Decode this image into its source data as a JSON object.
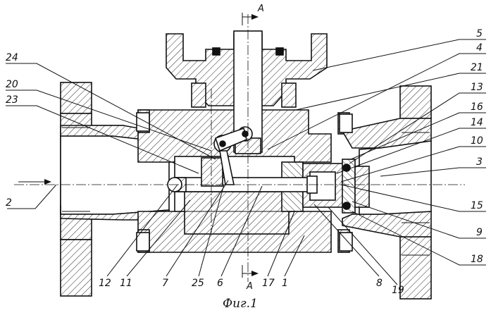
{
  "figure": {
    "caption": "Фиг.1",
    "section_letter_top": "A",
    "section_letter_bottom": "A"
  },
  "callouts": {
    "n1": "1",
    "n2": "2",
    "n3": "3",
    "n4": "4",
    "n5": "5",
    "n6": "6",
    "n7": "7",
    "n8": "8",
    "n9": "9",
    "n10": "10",
    "n11": "11",
    "n12": "12",
    "n13": "13",
    "n14": "14",
    "n15": "15",
    "n16": "16",
    "n17": "17",
    "n18": "18",
    "n19": "19",
    "n20": "20",
    "n21": "21",
    "n23": "23",
    "n24": "24",
    "n25": "25"
  },
  "colors": {
    "ink": "#111111",
    "paper": "#ffffff"
  }
}
